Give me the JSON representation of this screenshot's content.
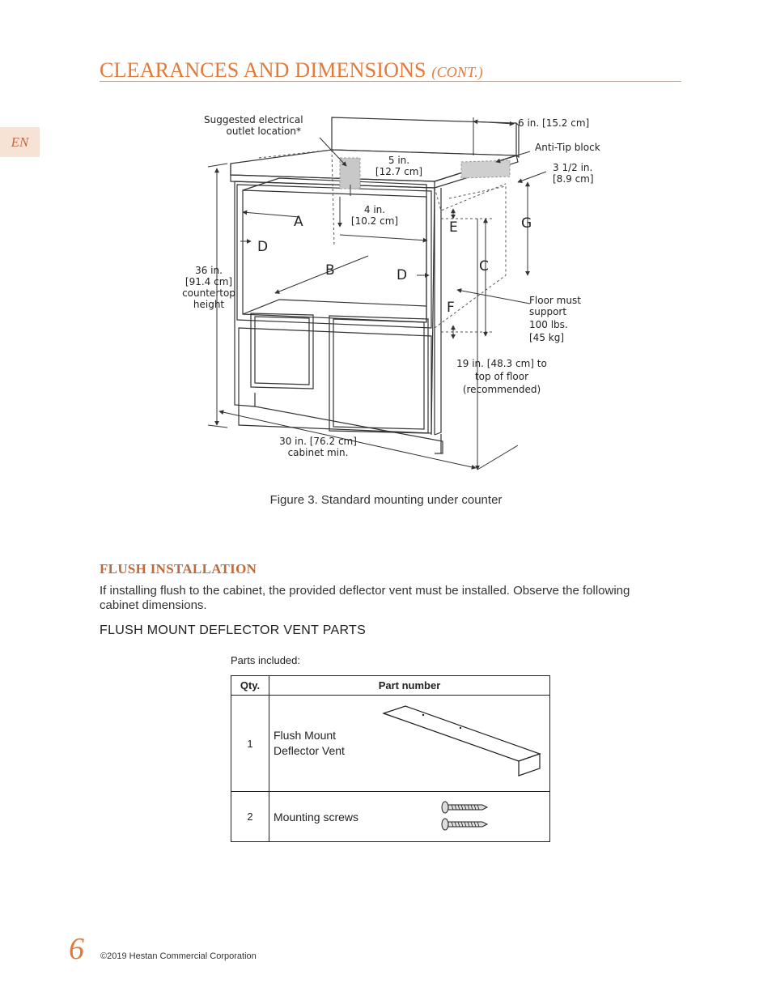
{
  "sidebar": {
    "lang_tab": "EN"
  },
  "header": {
    "title": "CLEARANCES AND DIMENSIONS",
    "title_suffix": "(CONT.)"
  },
  "figure": {
    "labels": {
      "outlet_line1": "Suggested electrical",
      "outlet_line2": "outlet location*",
      "six_in": "6 in. [15.2 cm]",
      "anti_tip": "Anti-Tip block",
      "five_in_1": "5 in.",
      "five_in_2": "[12.7 cm]",
      "three_half_1": "3 1/2 in.",
      "three_half_2": "[8.9 cm]",
      "four_in_1": "4 in.",
      "four_in_2": "[10.2 cm]",
      "height_1": "36 in.",
      "height_2": "[91.4 cm]",
      "height_3": "countertop",
      "height_4": "height",
      "floor_1": "Floor must",
      "floor_2": "support",
      "floor_3": "100 lbs.",
      "floor_4": "[45 kg]",
      "nineteen_1": "19 in. [48.3 cm] to",
      "nineteen_2": "top of floor",
      "nineteen_3": "(recommended)",
      "thirty_1": "30 in. [76.2 cm]",
      "thirty_2": "cabinet min."
    },
    "letters": {
      "a": "A",
      "b": "B",
      "c": "C",
      "d1": "D",
      "d2": "D",
      "e": "E",
      "f": "F",
      "g": "G"
    },
    "caption": "Figure 3.  Standard mounting under counter"
  },
  "flush": {
    "heading": "FLUSH INSTALLATION",
    "body": "If installing flush to the cabinet, the provided deflector vent must be installed.  Observe the following cabinet dimensions.",
    "parts_heading": "FLUSH MOUNT DEFLECTOR VENT PARTS",
    "parts_included": "Parts included:",
    "table": {
      "col_qty": "Qty.",
      "col_part": "Part number",
      "rows": [
        {
          "qty": "1",
          "name_line1": "Flush Mount",
          "name_line2": "Deflector Vent",
          "icon": "deflector-vent-icon"
        },
        {
          "qty": "2",
          "name_line1": "Mounting screws",
          "icon": "screw-icon"
        }
      ]
    }
  },
  "footer": {
    "page_number": "6",
    "copyright": "©2019 Hestan Commercial Corporation"
  },
  "colors": {
    "accent": "#e07b3c",
    "heading": "#c06a3c",
    "tab_bg": "#f6e3d6"
  }
}
